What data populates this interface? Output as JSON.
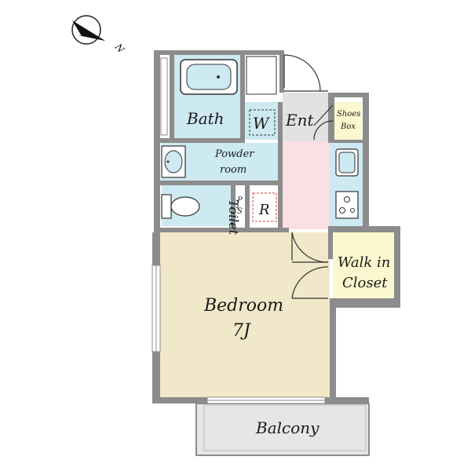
{
  "compass": {
    "north_label": "N"
  },
  "rooms": {
    "bath": "Bath",
    "washer": "W",
    "entrance": "Ent",
    "shoes_box_line1": "Shoes",
    "shoes_box_line2": "Box",
    "powder_room_line1": "Powder",
    "powder_room_line2": "room",
    "toilet": "Toilet",
    "ps_line1": "P",
    "ps_line2": "S",
    "refrigerator": "R",
    "walk_in_closet_line1": "Walk in",
    "walk_in_closet_line2": "Closet",
    "bedroom": "Bedroom",
    "bedroom_size": "7J",
    "balcony": "Balcony"
  },
  "colors": {
    "wet_area": "#cde9f1",
    "bedroom": "#f1e8c9",
    "closet": "#fbf7cf",
    "hallway": "#fbdfe4",
    "entrance": "#e2e2e2",
    "balcony": "#e6e6e6",
    "wall": "#8c8c8c"
  }
}
